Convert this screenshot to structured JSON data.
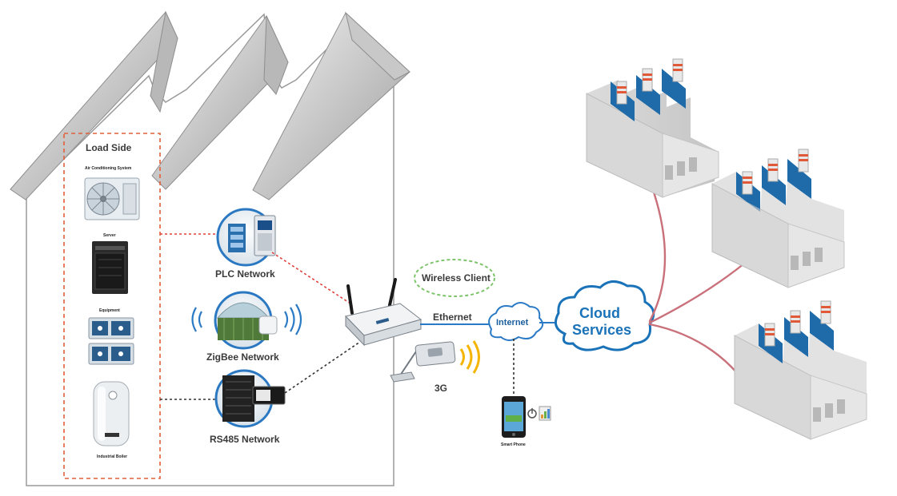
{
  "load_side": {
    "title": "Load Side",
    "devices": [
      {
        "label": "Air Conditioning System",
        "icon": "air-conditioner-icon"
      },
      {
        "label": "Server",
        "icon": "server-icon"
      },
      {
        "label": "Equipment",
        "icon": "equipment-icon"
      },
      {
        "label": "Industrial Boiler",
        "icon": "boiler-icon"
      }
    ]
  },
  "networks": [
    {
      "label": "PLC Network",
      "icon": "plc-controller-icon"
    },
    {
      "label": "ZigBee Network",
      "icon": "zigbee-greenhouse-icon"
    },
    {
      "label": "RS485 Network",
      "icon": "rs485-server-rack-icon"
    }
  ],
  "gateway": {
    "icon": "wireless-router-icon"
  },
  "wireless_client": "Wireless Client",
  "ethernet": "Ethernet",
  "internet": "Internet",
  "modem_3g": "3G",
  "smart_phone": "Smart Phone",
  "cloud": {
    "line1": "Cloud",
    "line2": "Services"
  },
  "factories": [
    "factory-icon",
    "factory-icon",
    "factory-icon"
  ],
  "colors": {
    "dashed_red": "#e0403a",
    "dashed_dark": "#333333",
    "cloud_blue": "#1a73b8",
    "factory_blue": "#1f6aa8",
    "link_red": "#c9707a",
    "wireless_green": "#7ec46a"
  }
}
